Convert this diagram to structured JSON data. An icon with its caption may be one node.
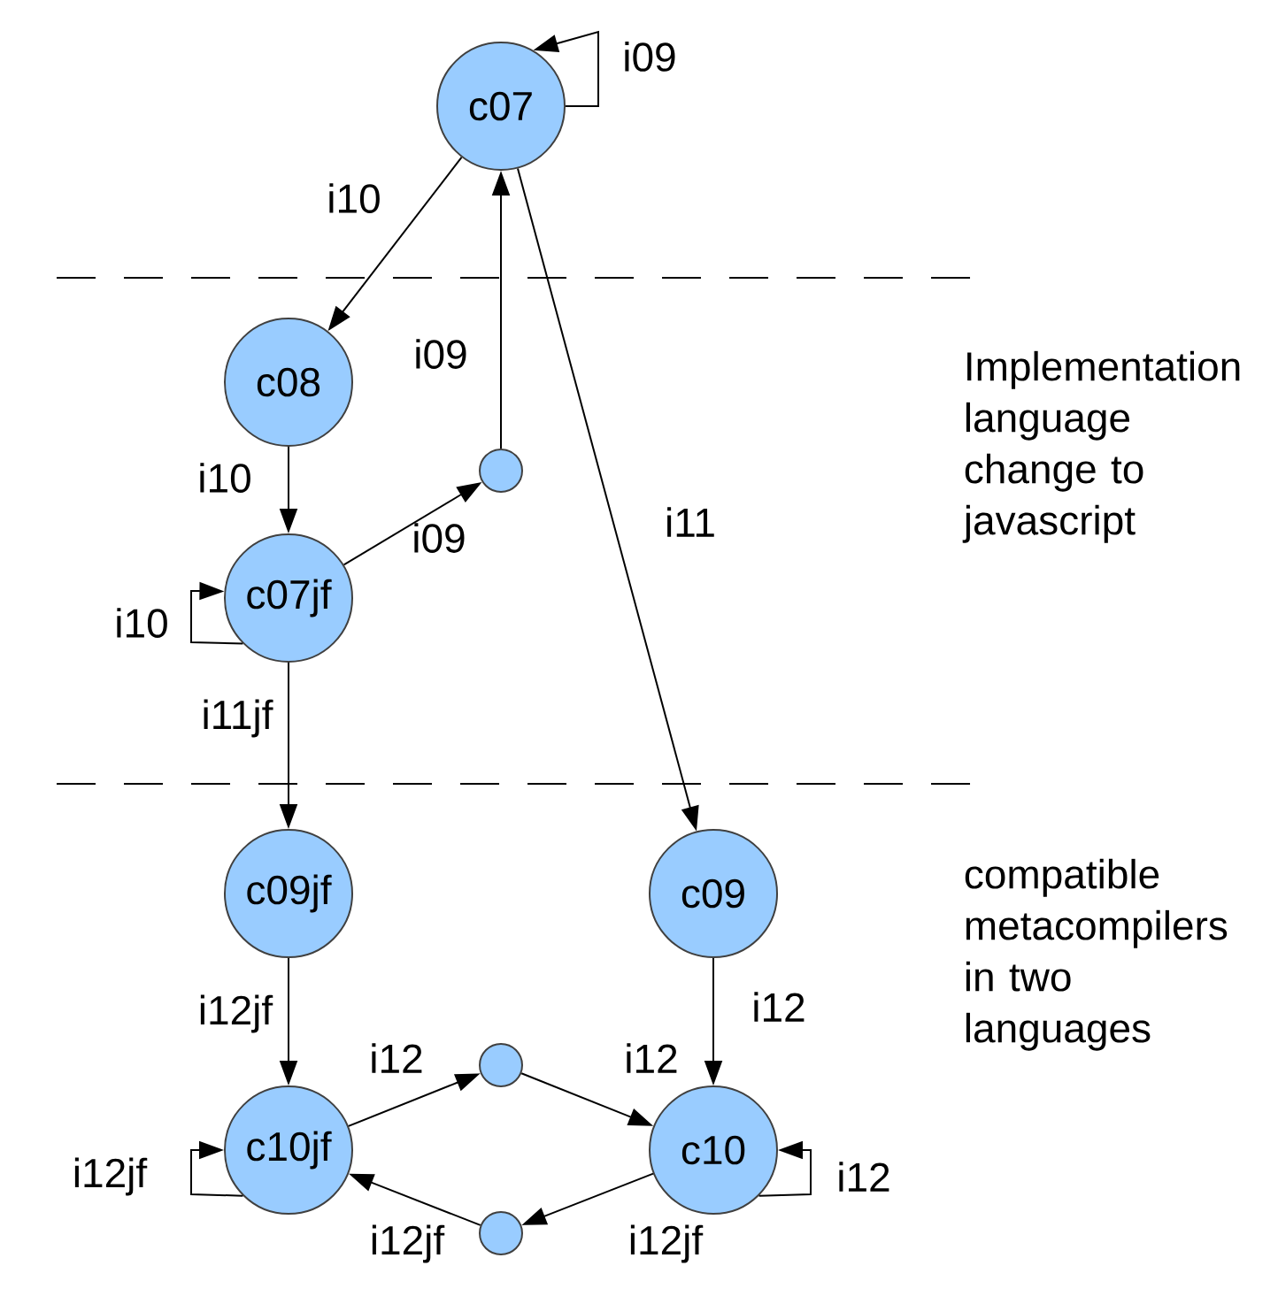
{
  "diagram": {
    "nodes": [
      {
        "text": [
          "c07"
        ]
      },
      {
        "text": [
          "c08"
        ]
      },
      {
        "text": [],
        "shape": "circle"
      },
      {
        "text": [
          "c07jf"
        ]
      },
      {
        "text": [
          "c09jf"
        ]
      },
      {
        "text": [
          "c09"
        ]
      },
      {
        "text": [
          "c10jf"
        ]
      },
      {
        "text": [],
        "shape": "circle"
      },
      {
        "text": [
          "c10"
        ]
      },
      {
        "text": [],
        "shape": "circle"
      }
    ],
    "edges": [
      {
        "from": 0,
        "to": 0,
        "arrow": "to",
        "label": "i09"
      },
      {
        "from": 0,
        "to": 1,
        "arrow": "to",
        "label": "i10"
      },
      {
        "from": 3,
        "to": 2,
        "arrow": "to",
        "label": "i09"
      },
      {
        "from": 2,
        "to": 0,
        "arrow": "to",
        "label": "i09"
      },
      {
        "from": 1,
        "to": 3,
        "arrow": "to",
        "label": "i10"
      },
      {
        "from": 3,
        "to": 3,
        "arrow": "to",
        "label": "i10"
      },
      {
        "from": 3,
        "to": 4,
        "arrow": "to",
        "label": "i11jf"
      },
      {
        "from": 0,
        "to": 5,
        "arrow": "to",
        "label": "i11"
      },
      {
        "from": 4,
        "to": 6,
        "arrow": "to",
        "label": "i12jf"
      },
      {
        "from": 5,
        "to": 8,
        "arrow": "to",
        "label": "i12"
      },
      {
        "from": 6,
        "to": 7,
        "arrow": "to",
        "label": "i12"
      },
      {
        "from": 7,
        "to": 8,
        "arrow": "to",
        "label": "i12"
      },
      {
        "from": 8,
        "to": 8,
        "arrow": "to",
        "label": "i12"
      },
      {
        "from": 8,
        "to": 9,
        "arrow": "to",
        "label": "i12jf"
      },
      {
        "from": 9,
        "to": 6,
        "arrow": "to",
        "label": "i12jf"
      },
      {
        "from": 6,
        "to": 6,
        "arrow": "to",
        "label": "i12jf"
      }
    ],
    "labels": [
      "Implementation language change to javascript",
      "compatible metacompilers in two languages"
    ]
  }
}
